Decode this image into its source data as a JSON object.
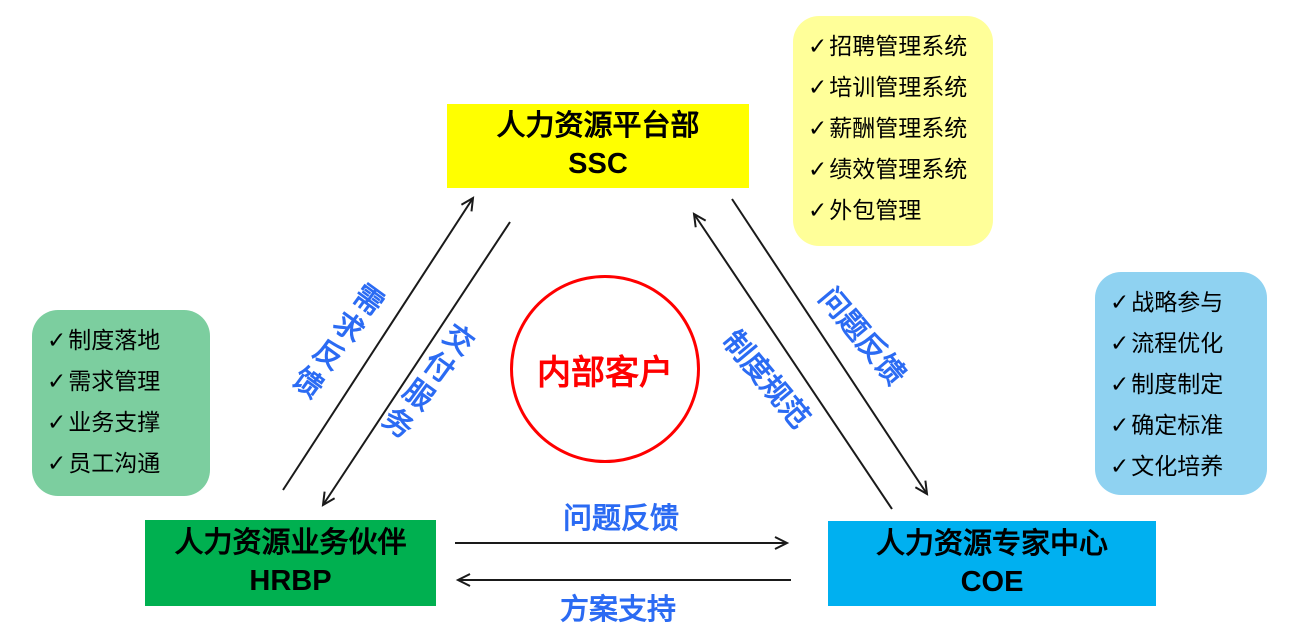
{
  "center": {
    "label": "内部客户"
  },
  "nodes": {
    "ssc": {
      "name": "人力资源平台部",
      "abbr": "SSC"
    },
    "hrbp": {
      "name": "人力资源业务伙伴",
      "abbr": "HRBP"
    },
    "coe": {
      "name": "人力资源专家中心",
      "abbr": "COE"
    }
  },
  "check_glyph": "✓",
  "lists": {
    "ssc_functions": [
      "招聘管理系统",
      "培训管理系统",
      "薪酬管理系统",
      "绩效管理系统",
      "外包管理"
    ],
    "hrbp_functions": [
      "制度落地",
      "需求管理",
      "业务支撑",
      "员工沟通"
    ],
    "coe_functions": [
      "战略参与",
      "流程优化",
      "制度制定",
      "确定标准",
      "文化培养"
    ]
  },
  "flows": {
    "hrbp_to_ssc": "需求反馈",
    "ssc_to_hrbp": "交付服务",
    "coe_to_ssc": "制度规范",
    "ssc_to_coe": "问题反馈",
    "hrbp_to_coe": "问题反馈",
    "coe_to_hrbp": "方案支持"
  },
  "colors": {
    "ssc_bg": "#FFFF00",
    "hrbp_bg": "#00B050",
    "coe_bg": "#00B0F0",
    "ssc_list_bg": "#FFFF99",
    "hrbp_list_bg": "#7CCE9F",
    "coe_list_bg": "#8FD2F1",
    "center_accent": "#FF0000",
    "flow_label": "#2B6BF3",
    "arrow": "#1A1A1A"
  }
}
